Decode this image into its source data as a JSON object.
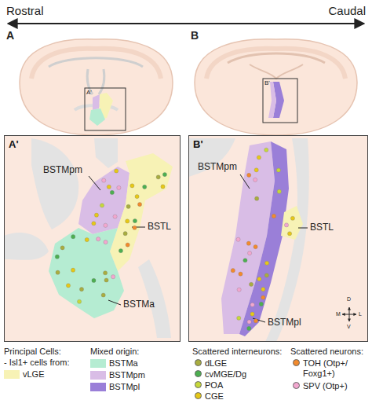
{
  "diagram": {
    "nodes": [
      {
        "text": [
          "A'"
        ]
      },
      {
        "text": [
          "B'"
        ]
      }
    ],
    "labels": [
      "Rostral",
      "Caudal",
      "A",
      "B",
      "A'",
      "B'",
      "BSTMpm",
      "BSTL",
      "BSTMa",
      "BSTMpm",
      "BSTL",
      "BSTMpl",
      "D",
      "V",
      "M",
      "L",
      "Principal Cells:",
      "- Isl1+ cells from:",
      "Mixed origin:",
      "Scattered interneurons:",
      "Scattered neurons:"
    ],
    "legend": [
      {
        "text": "vLGE",
        "color": "#f7f2b5"
      },
      {
        "text": "BSTMa",
        "color": "#b5ecd2"
      },
      {
        "text": "BSTMpm",
        "color": "#d9bde6"
      },
      {
        "text": "BSTMpl",
        "color": "#9a7fd8"
      },
      {
        "text": "dLGE",
        "color": "#a9ad3f"
      },
      {
        "text": "cvMGE/Dg",
        "color": "#4caf50"
      },
      {
        "text": "POA",
        "color": "#c6d83a"
      },
      {
        "text": "CGE",
        "color": "#e6c817"
      },
      {
        "text": "TOH (Otp+/ Foxg1+)",
        "color": "#f28a2c"
      },
      {
        "text": "SPV (Otp+)",
        "color": "#f2a7cf"
      }
    ]
  }
}
